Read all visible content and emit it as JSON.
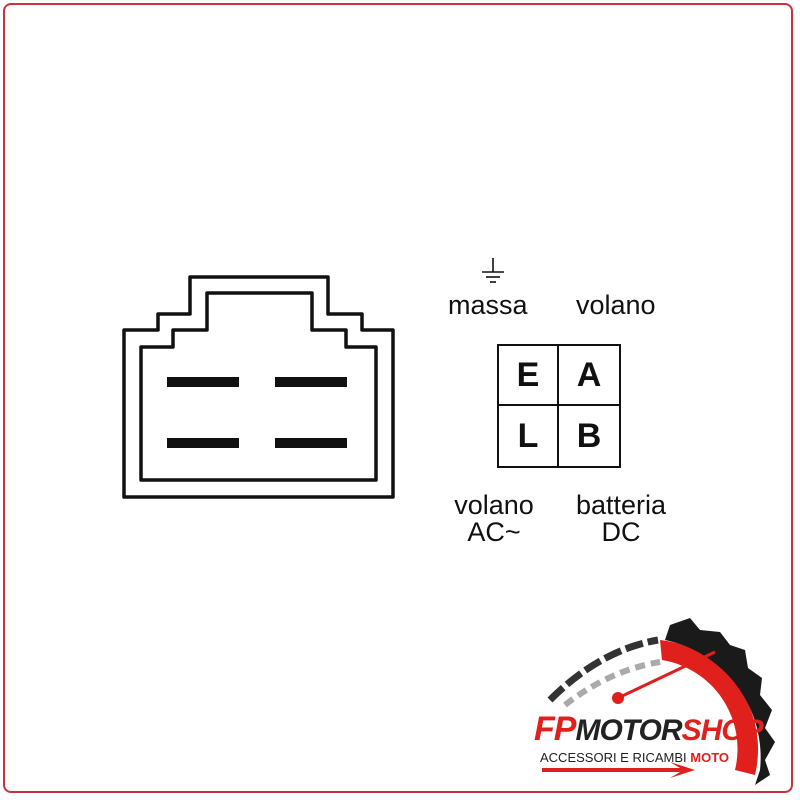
{
  "labels": {
    "top_left": "massa",
    "top_right": "volano",
    "bottom_left_line1": "volano",
    "bottom_left_line2": "AC~",
    "bottom_right_line1": "batteria",
    "bottom_right_line2": "DC"
  },
  "terminals": [
    "E",
    "A",
    "L",
    "B"
  ],
  "icons": {
    "ground": "ground-symbol-icon"
  },
  "logo": {
    "brand_fp": "FP",
    "brand_motor": "MOTOR",
    "brand_shop": "SHOP",
    "tagline": "ACCESSORI E RICAMBI",
    "tagline_accent": "MOTO"
  },
  "colors": {
    "frame": "#c8323c",
    "brand_red": "#e0201c",
    "ink": "#111111"
  }
}
